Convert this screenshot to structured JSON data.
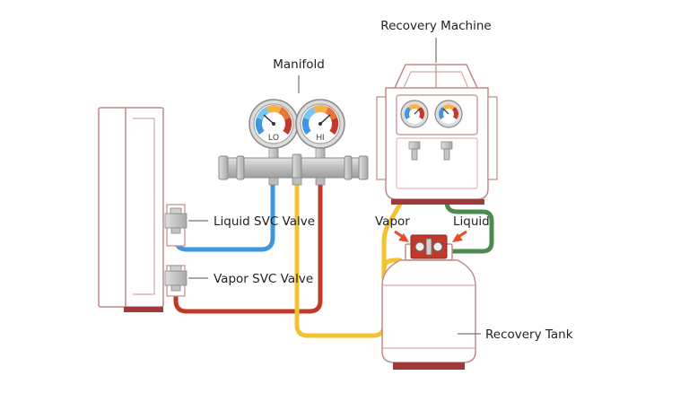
{
  "labels": {
    "recovery_machine": "Recovery Machine",
    "manifold": "Manifold",
    "liquid_svc_valve": "Liquid SVC Valve",
    "vapor_svc_valve": "Vapor SVC Valve",
    "vapor": "Vapor",
    "liquid": "Liquid",
    "recovery_tank": "Recovery Tank"
  },
  "gauges": {
    "lo": "LO",
    "hi": "HI"
  },
  "colors": {
    "lo_hose": "#3a97e0",
    "hi_hose": "#c0392b",
    "vapor_hose": "#f2c230",
    "liquid_hose": "#4a8c4e",
    "equipment_outline": "#b07070",
    "arrow": "#e84a2a"
  }
}
